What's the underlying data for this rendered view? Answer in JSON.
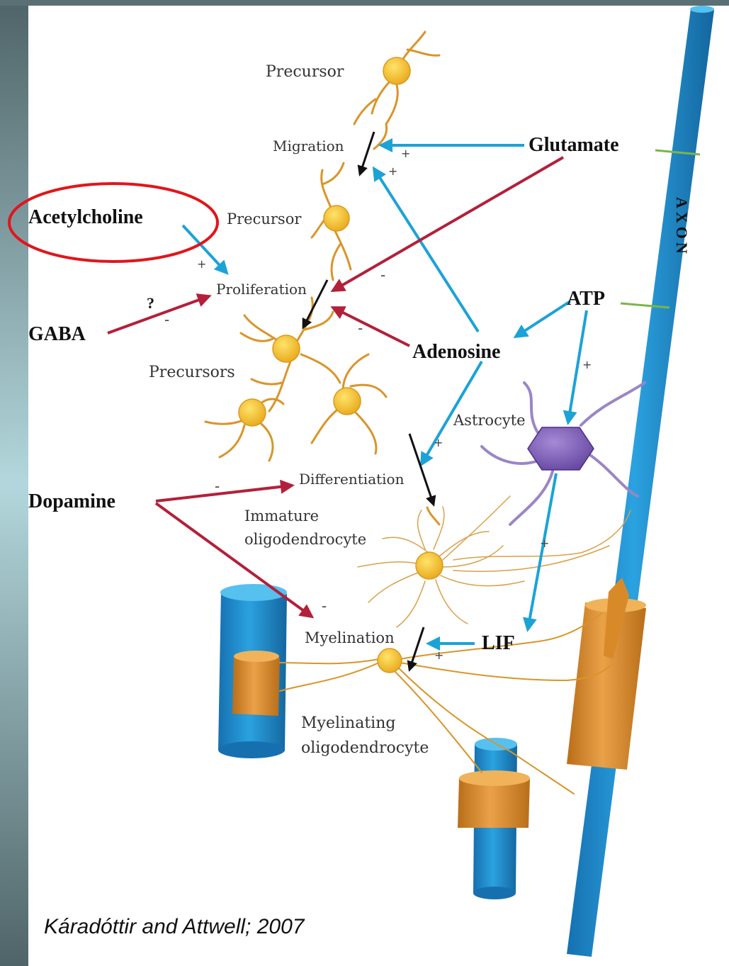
{
  "labels": {
    "precursor_top": "Precursor",
    "migration": "Migration",
    "glutamate": "Glutamate",
    "axon": "AXON",
    "acetylcholine": "Acetylcholine",
    "precursor_mid": "Precursor",
    "proliferation": "Proliferation",
    "gaba": "GABA",
    "gaba_question": "?",
    "atp": "ATP",
    "adenosine": "Adenosine",
    "precursors": "Precursors",
    "astrocyte": "Astrocyte",
    "differentiation": "Differentiation",
    "dopamine": "Dopamine",
    "immature_line1": "Immature",
    "immature_line2": "oligodendrocyte",
    "myelination": "Myelination",
    "lif": "LIF",
    "myelinating_line1": "Myelinating",
    "myelinating_line2": "oligodendrocyte",
    "plus": "+",
    "minus": "-"
  },
  "citation": "Káradóttir and Attwell; 2007",
  "colors": {
    "excitatory_arrow": "#1ba3d6",
    "inhibitory_arrow": "#b3203a",
    "process_arrow": "#111111",
    "axon_blue": "#1b7fc4",
    "myelin_orange": "#d98a28",
    "cell_body": "#f5c030",
    "cell_process": "#d9952a",
    "astrocyte": "#7b59b3",
    "highlight_circle": "#e0161c"
  }
}
